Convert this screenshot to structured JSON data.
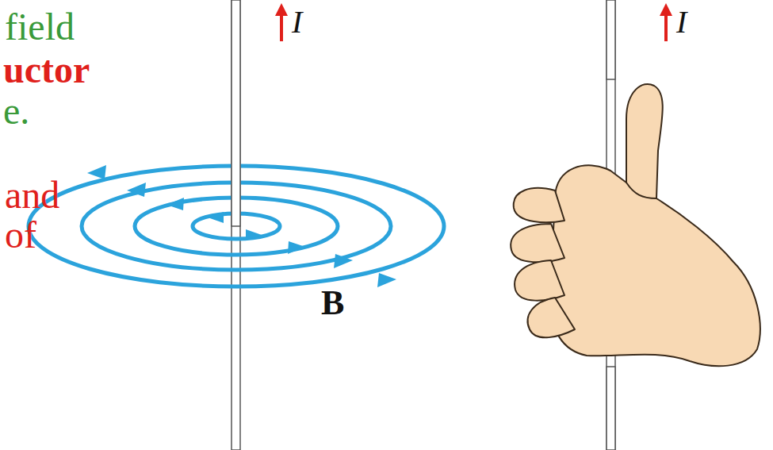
{
  "diagram": {
    "labels": [
      "field",
      "uctor",
      "e.",
      "and",
      "of",
      "I",
      "I",
      "B"
    ]
  }
}
